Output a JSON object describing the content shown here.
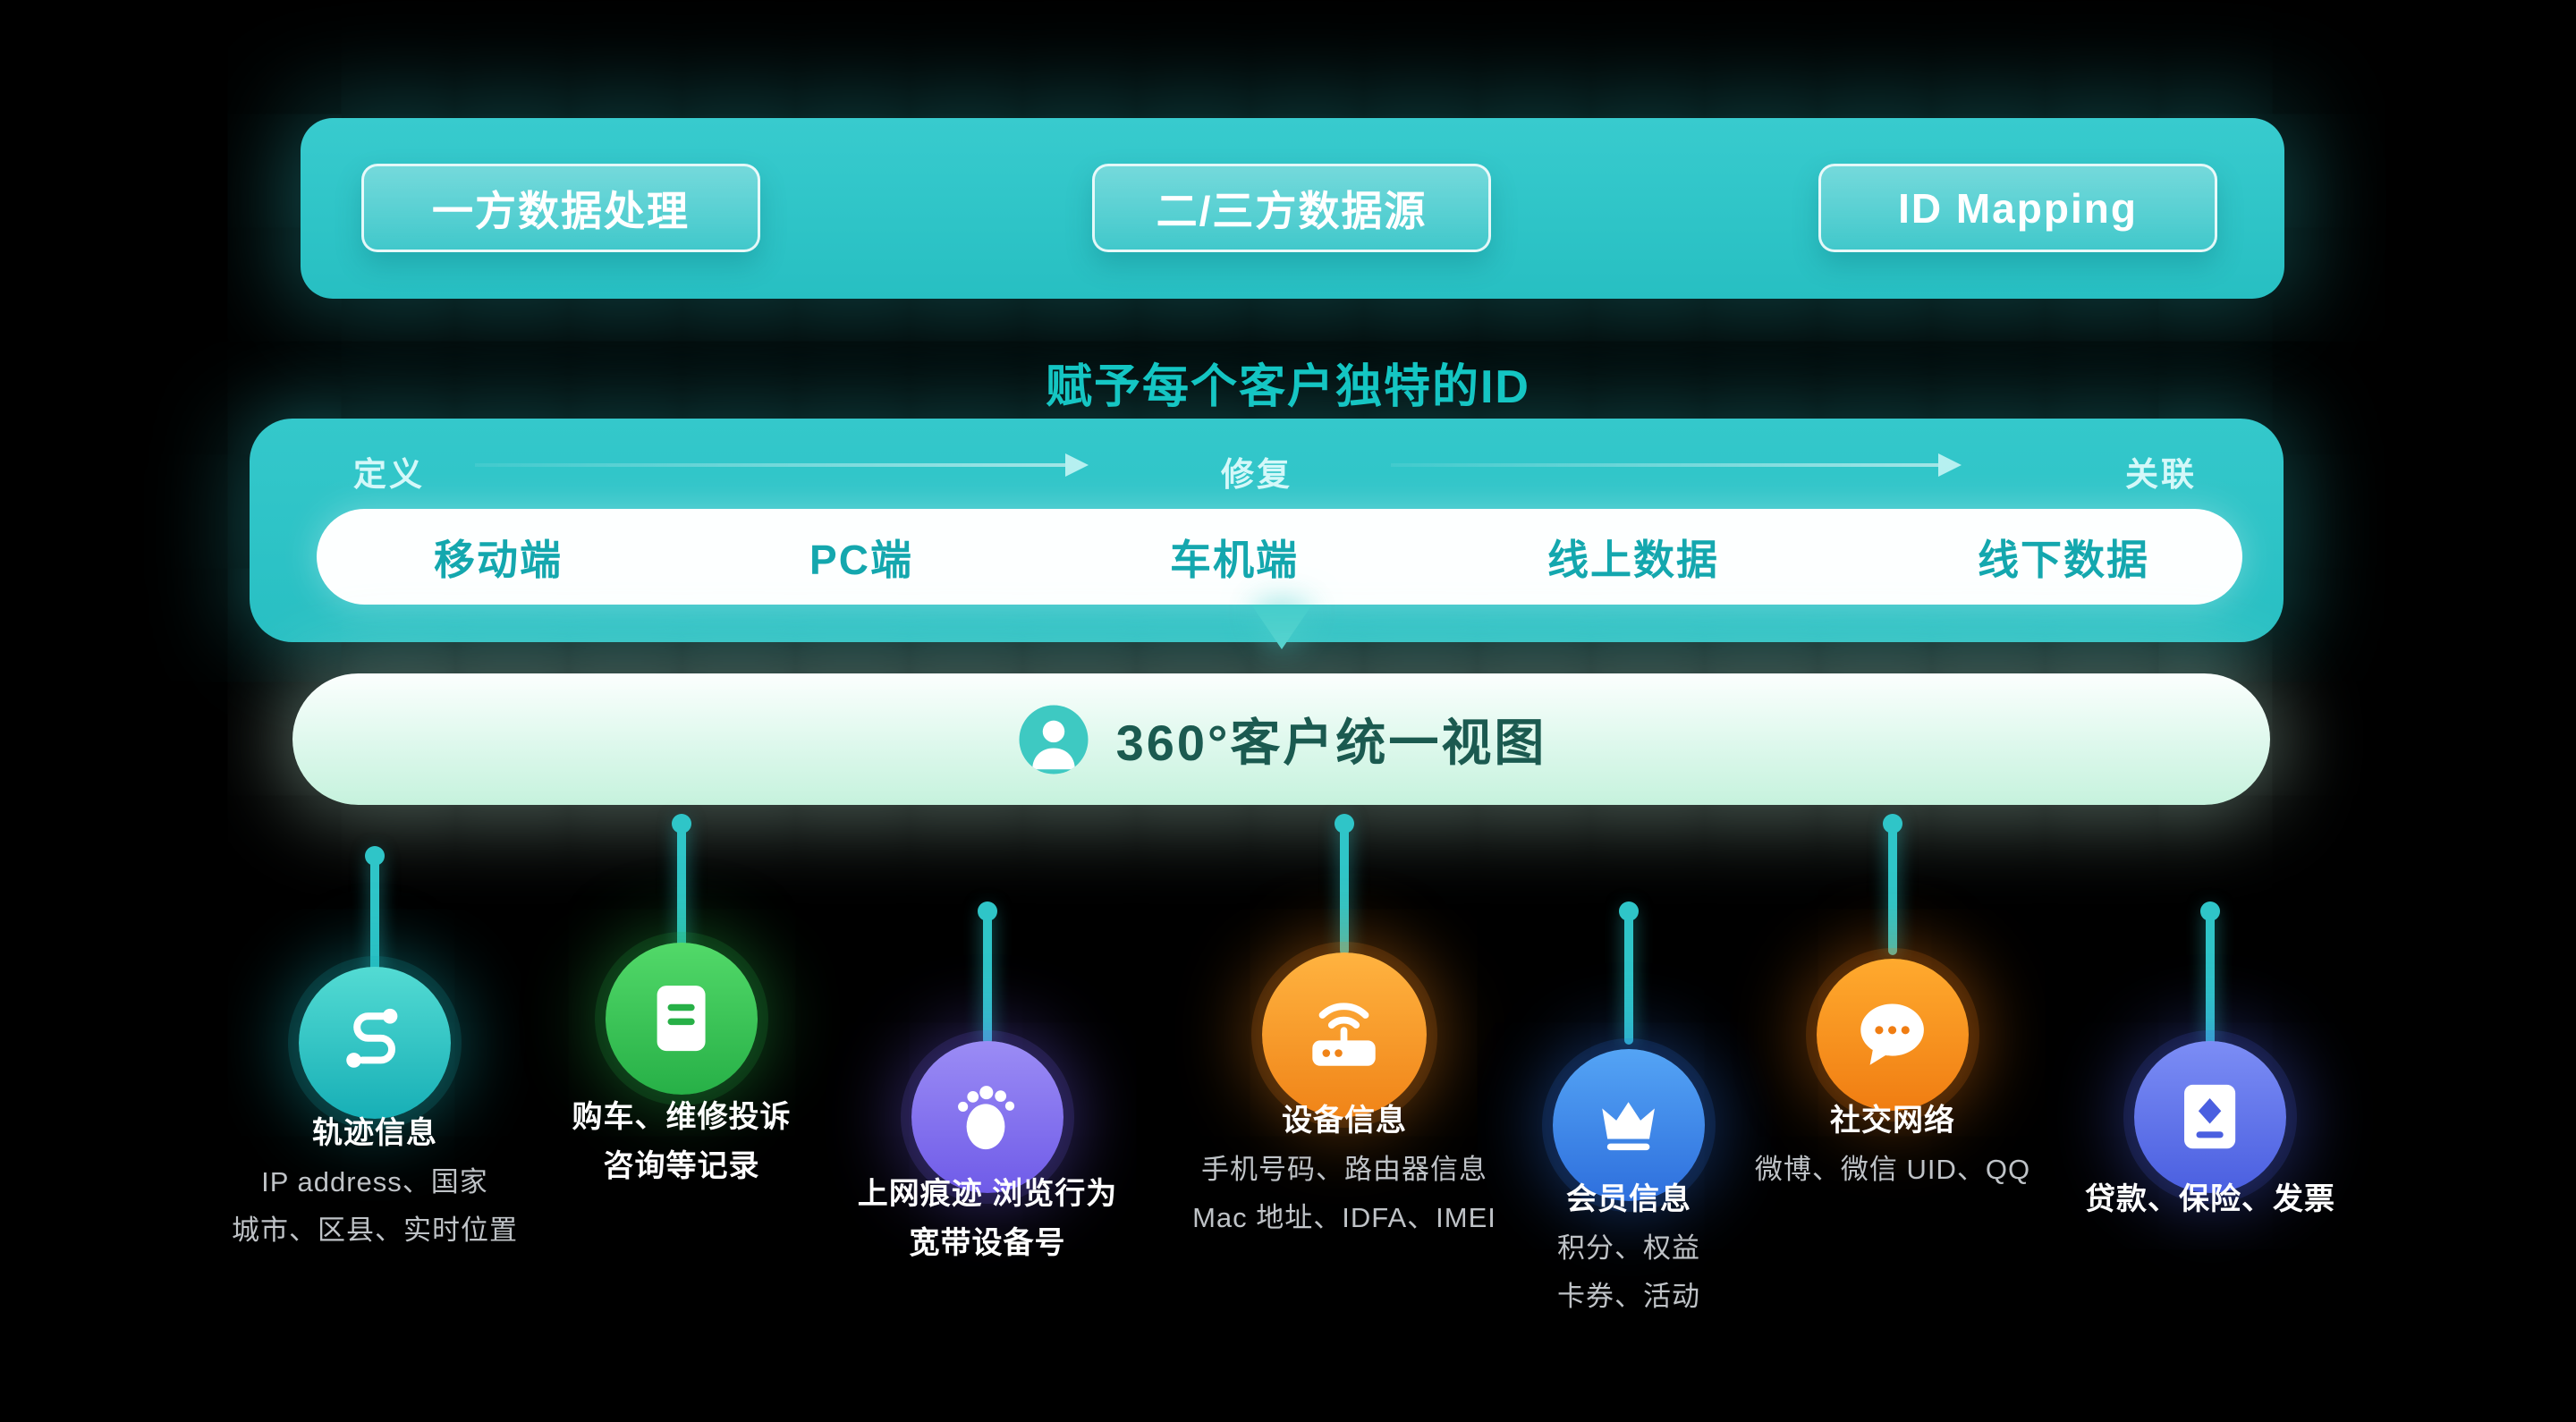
{
  "title": "赋予每个客户独特的ID",
  "colors": {
    "background": "#000000",
    "teal": "#2FC5C8",
    "accent_text": "#12C6C3",
    "channel_text": "#14A7AE",
    "view_text": "#1B5A50",
    "connector": "#2FC5C8",
    "desc_text": "#BFC3C7"
  },
  "top_banner": {
    "buttons": [
      {
        "label": "一方数据处理"
      },
      {
        "label": "二/三方数据源"
      },
      {
        "label": "ID Mapping"
      }
    ]
  },
  "id_panel": {
    "stages": [
      {
        "label": "定义"
      },
      {
        "label": "修复"
      },
      {
        "label": "关联"
      }
    ],
    "channels": [
      {
        "label": "移动端"
      },
      {
        "label": "PC端"
      },
      {
        "label": "车机端"
      },
      {
        "label": "线上数据"
      },
      {
        "label": "线下数据"
      }
    ]
  },
  "unified_view": {
    "icon": "person-icon",
    "label": "360°客户统一视图"
  },
  "sources": [
    {
      "icon": "route-icon",
      "color_from": "#53DBD3",
      "color_to": "#17AFB6",
      "title_lines": [
        "轨迹信息"
      ],
      "desc_lines": [
        "IP address、国家",
        "城市、区县、实时位置"
      ]
    },
    {
      "icon": "document-icon",
      "color_from": "#52D969",
      "color_to": "#27B047",
      "title_lines": [
        "购车、维修投诉",
        "咨询等记录"
      ],
      "desc_lines": []
    },
    {
      "icon": "footprint-icon",
      "color_from": "#9B8CF5",
      "color_to": "#6F5BE8",
      "title_lines": [
        "上网痕迹  浏览行为",
        "宽带设备号"
      ],
      "desc_lines": []
    },
    {
      "icon": "router-icon",
      "color_from": "#FFB340",
      "color_to": "#F08418",
      "title_lines": [
        "设备信息"
      ],
      "desc_lines": [
        "手机号码、路由器信息",
        "Mac 地址、IDFA、IMEI"
      ]
    },
    {
      "icon": "crown-icon",
      "color_from": "#54A4F5",
      "color_to": "#2E6FDD",
      "title_lines": [
        "会员信息"
      ],
      "desc_lines": [
        "积分、权益",
        "卡券、活动"
      ]
    },
    {
      "icon": "chat-icon",
      "color_from": "#FFAA2E",
      "color_to": "#F07D12",
      "title_lines": [
        "社交网络"
      ],
      "desc_lines": [
        "微博、微信 UID、QQ"
      ]
    },
    {
      "icon": "invoice-icon",
      "color_from": "#7C8DF5",
      "color_to": "#4A5FE0",
      "title_lines": [
        "贷款、保险、发票"
      ],
      "desc_lines": []
    }
  ]
}
